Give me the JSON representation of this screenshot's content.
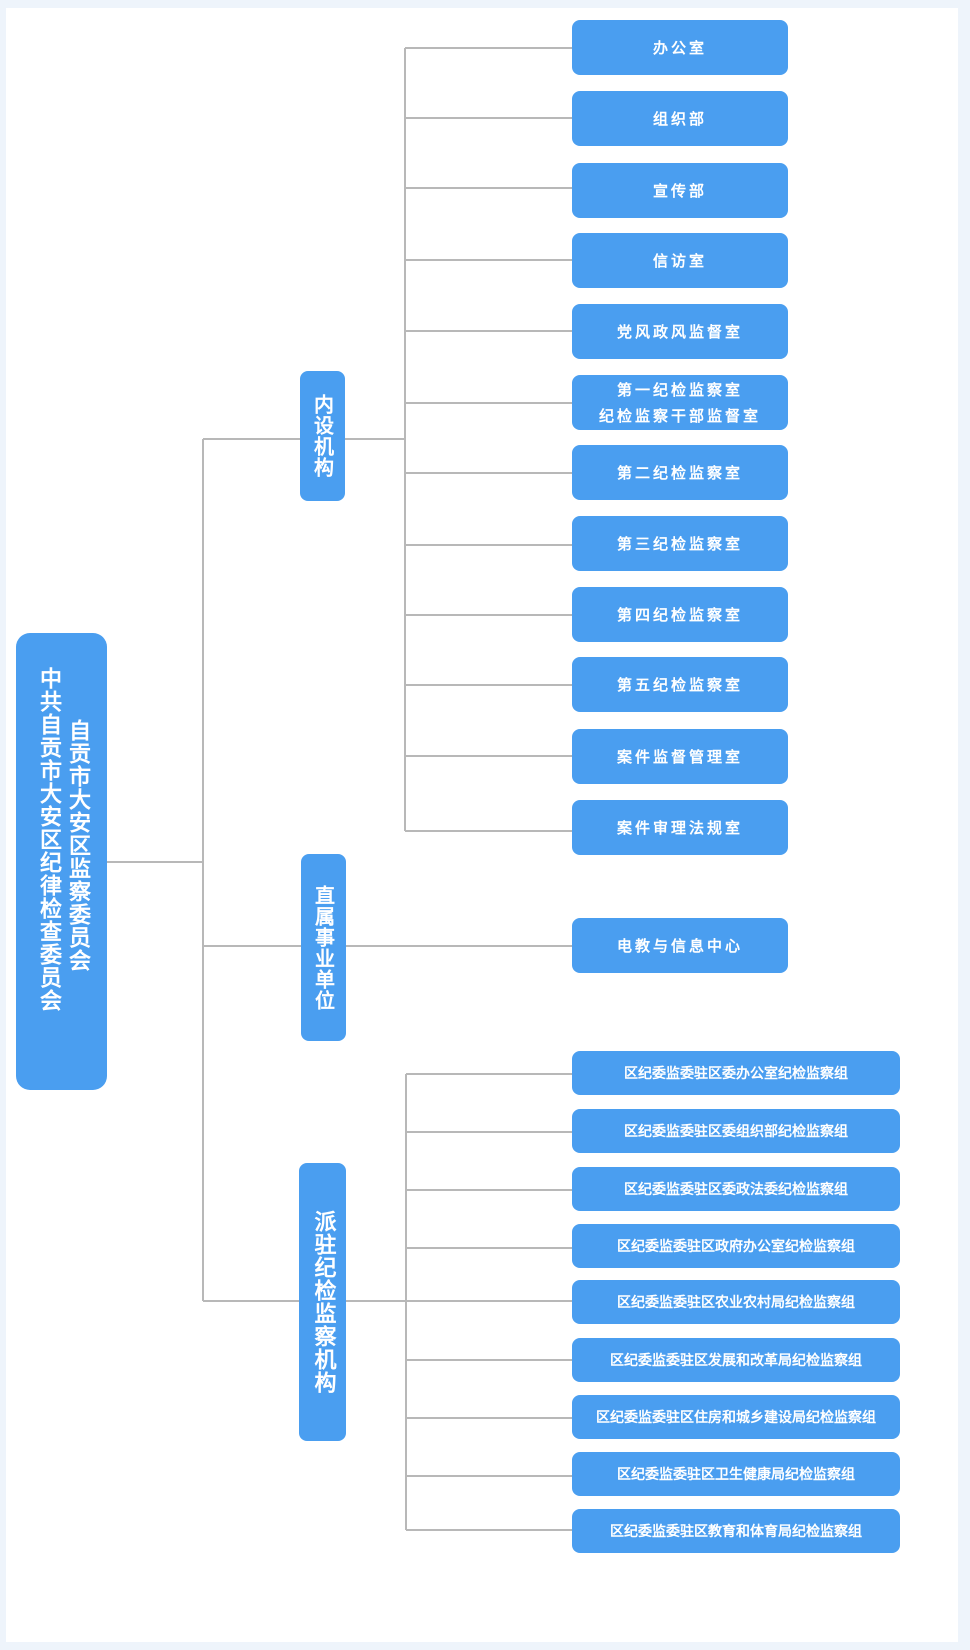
{
  "root": {
    "line1": "中共自贡市大安区纪律检查委员会",
    "line2": "自贡市大安区监察委员会"
  },
  "branches": [
    {
      "label": "内设机构",
      "children": [
        "办公室",
        "组织部",
        "宣传部",
        "信访室",
        "党风政风监督室",
        "第一纪检监察室\n纪检监察干部监督室",
        "第二纪检监察室",
        "第三纪检监察室",
        "第四纪检监察室",
        "第五纪检监察室",
        "案件监督管理室",
        "案件审理法规室"
      ]
    },
    {
      "label": "直属事业单位",
      "children": [
        "电教与信息中心"
      ]
    },
    {
      "label": "派驻纪检监察机构",
      "children": [
        "区纪委监委驻区委办公室纪检监察组",
        "区纪委监委驻区委组织部纪检监察组",
        "区纪委监委驻区委政法委纪检监察组",
        "区纪委监委驻区政府办公室纪检监察组",
        "区纪委监委驻区农业农村局纪检监察组",
        "区纪委监委驻区发展和改革局纪检监察组",
        "区纪委监委驻区住房和城乡建设局纪检监察组",
        "区纪委监委驻区卫生健康局纪检监察组",
        "区纪委监委驻区教育和体育局纪检监察组"
      ]
    }
  ],
  "colors": {
    "box": "#4a9ef0",
    "connector": "#b8b8b8",
    "panel": "#ffffff",
    "background": "#eef4fb"
  }
}
